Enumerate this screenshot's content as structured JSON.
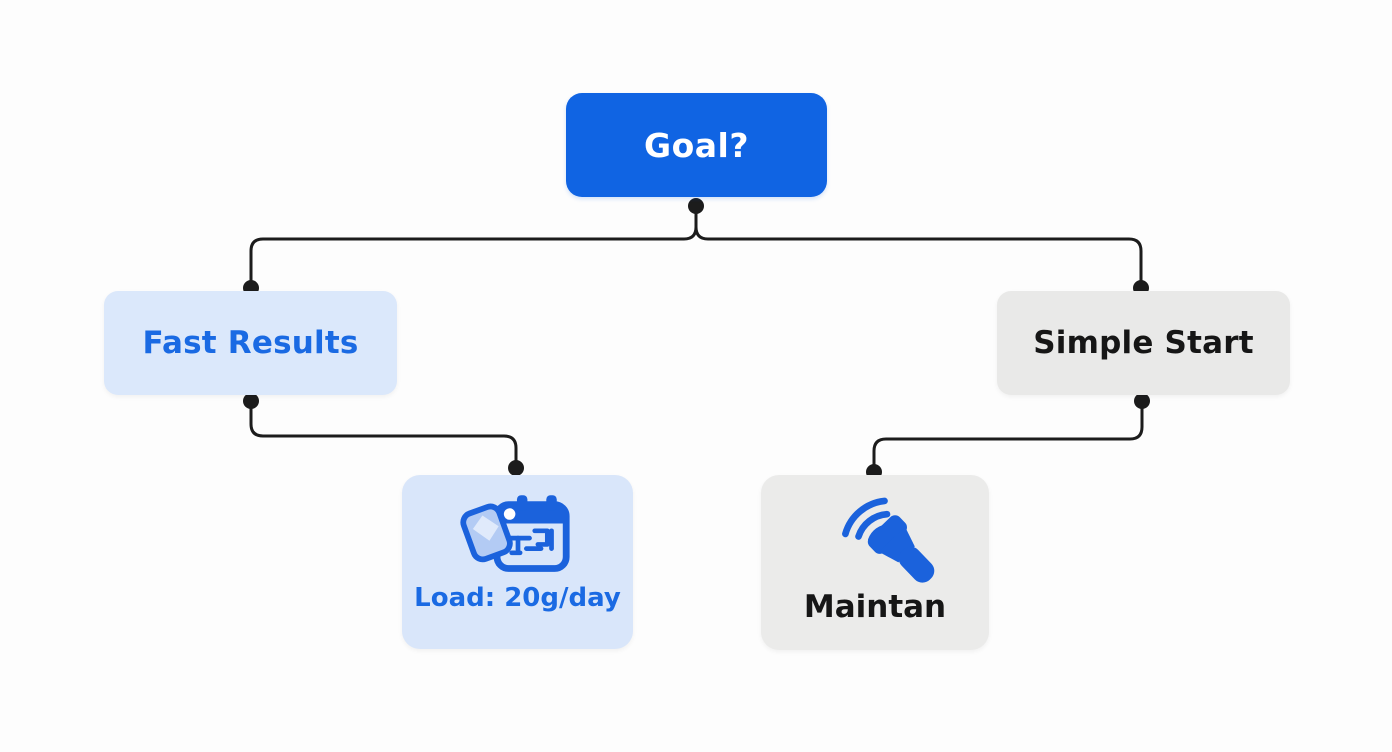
{
  "colors": {
    "primary_blue": "#1064e3",
    "light_blue_fill": "#dbe8fb",
    "leaf_blue_fill": "#d9e6fa",
    "blue_text": "#1a6ae3",
    "gray_fill": "#e9e9e8",
    "leaf_gray_fill": "#ebebea",
    "dark_text": "#161616",
    "connector": "#1c1c1c",
    "white_text": "#ffffff",
    "icon_blue": "#1b62dc",
    "background": "#fdfdfd"
  },
  "diagram": {
    "type": "decision-tree-flowchart",
    "root": {
      "label": "Goal?"
    },
    "branches": [
      {
        "label": "Fast Results"
      },
      {
        "label": "Simple Start"
      }
    ],
    "leaves": [
      {
        "label": "Load: 20g/day",
        "icon": "calendar-icon"
      },
      {
        "label": "Maintan",
        "icon": "megaphone-icon"
      }
    ]
  }
}
